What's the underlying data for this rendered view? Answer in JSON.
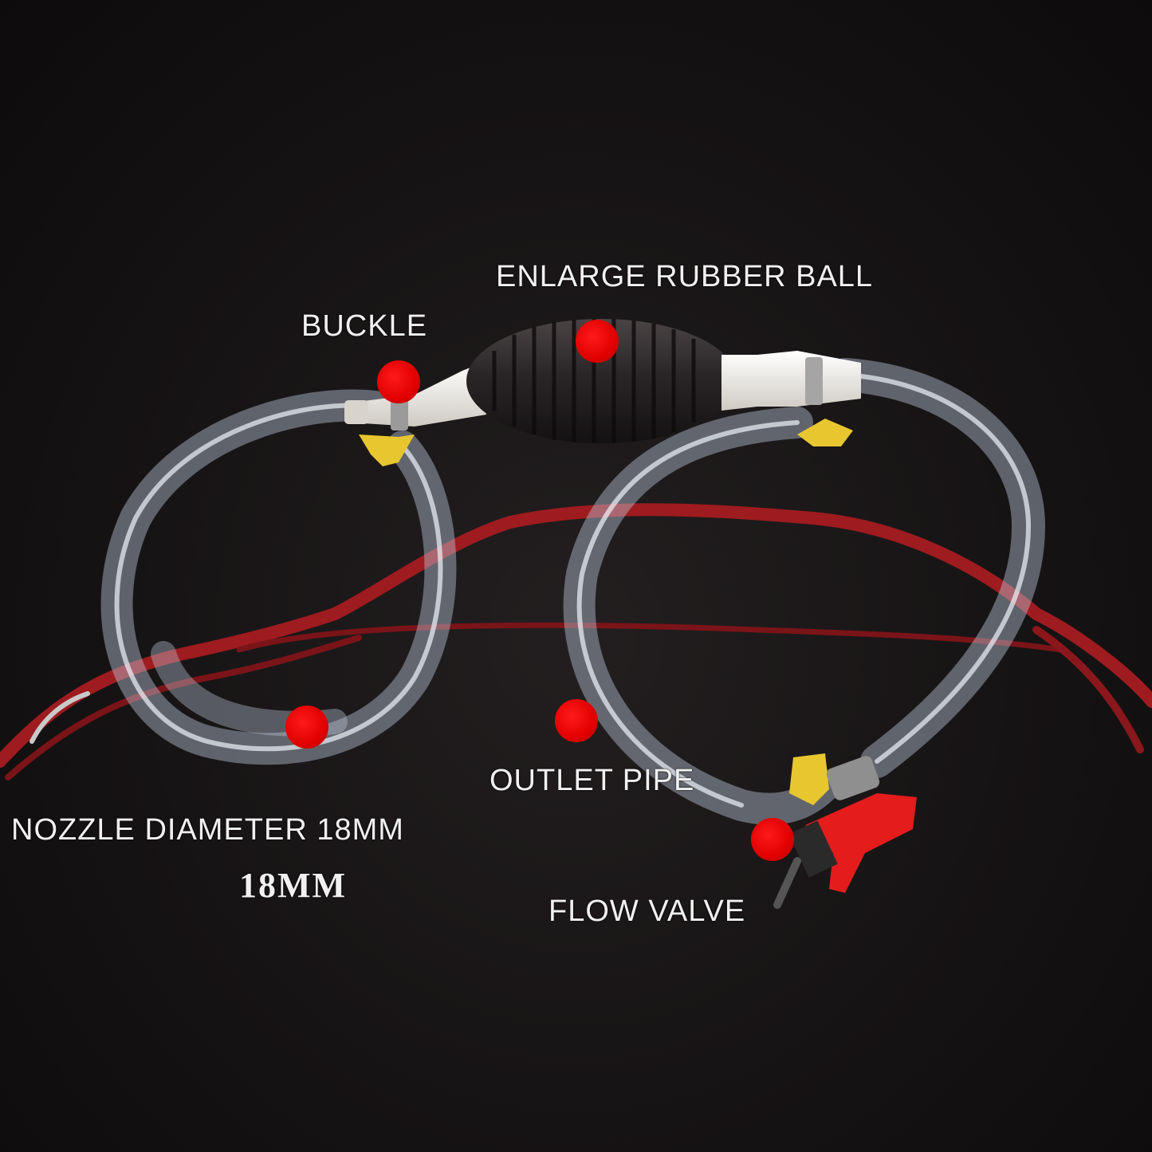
{
  "labels": {
    "rubber_ball": "ENLARGE RUBBER BALL",
    "buckle": "BUCKLE",
    "outlet_pipe": "OUTLET PIPE",
    "nozzle_diameter": "NOZZLE DIAMETER 18MM",
    "size": "18MM",
    "flow_valve": "FLOW VALVE"
  },
  "colors": {
    "background": "#161314",
    "marker": "#e00000",
    "label_text": "#f1f1f1",
    "car_outline": "#9e1b1f",
    "clamp": "#e8c630",
    "valve": "#e51c1c",
    "bulb": "#2a2627",
    "fitting": "#e9e6df"
  }
}
